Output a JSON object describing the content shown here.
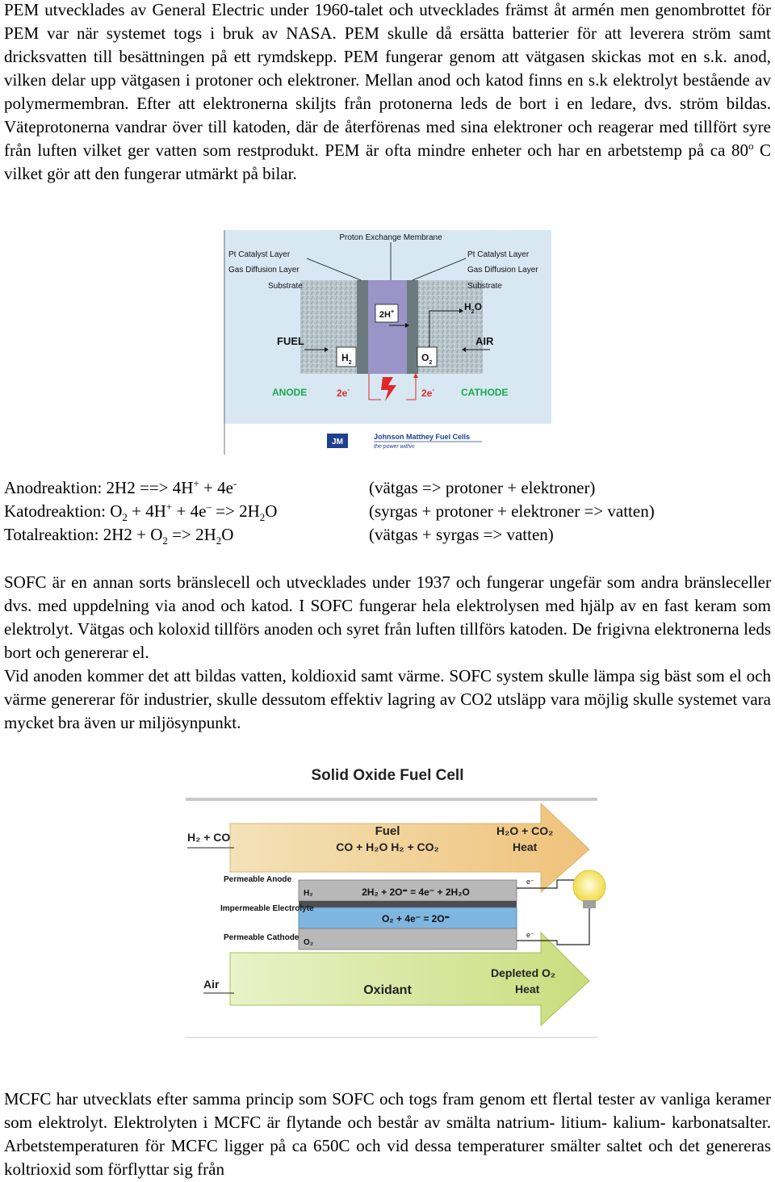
{
  "paragraphs": {
    "pem_intro": "PEM utvecklades av General Electric under 1960-talet och utvecklades främst åt armén men genombrottet för PEM var när systemet togs i bruk av NASA. PEM skulle då ersätta batterier för att leverera ström samt dricksvatten till besättningen på ett rymdskepp. PEM fungerar genom att vätgasen skickas mot en s.k. anod, vilken delar upp vätgasen i protoner och elektroner. Mellan anod och katod finns en s.k elektrolyt bestående av polymermembran. Efter att elektronerna skiljts från protonerna leds de bort i en ledare, dvs. ström bildas. Väteprotonerna vandrar över till katoden, där de återförenas med sina elektroner och reagerar med tillfört syre från luften vilket ger vatten som restprodukt. PEM är ofta mindre enheter och har en arbetstemp på ca 80",
    "pem_intro_sup": "o",
    "pem_intro_end": " C vilket gör att den fungerar utmärkt på bilar.",
    "sofc_1": "SOFC är en annan sorts bränslecell och utvecklades under 1937 och fungerar ungefär som andra bränsleceller dvs. med uppdelning via anod och katod. I SOFC fungerar hela elektrolysen med hjälp av en fast keram som elektrolyt. Vätgas och koloxid tillförs anoden och syret från luften tillförs katoden. De frigivna elektronerna leds bort och genererar el.",
    "sofc_2": "Vid anoden kommer det att bildas vatten, koldioxid samt värme. SOFC system skulle lämpa sig bäst som el och värme genererar för industrier, skulle dessutom effektiv lagring av CO2 utsläpp vara möjlig skulle systemet vara mycket bra även ur miljösynpunkt.",
    "mcfc": "MCFC har utvecklats efter samma princip som SOFC och togs fram genom ett flertal tester av vanliga keramer som elektrolyt. Elektrolyten i MCFC är flytande och består av smälta natrium- litium- kalium- karbonatsalter. Arbetstemperaturen för MCFC ligger på ca 650C och vid dessa temperaturer smälter saltet och det genereras koltrioxid som förflyttar sig från"
  },
  "reactions": {
    "anod_label": "Anodreaktion: 2H2 ==> 4H",
    "anod_sup1": "+",
    "anod_mid": " + 4e",
    "anod_sup2": "-",
    "anod_desc": "(vätgas => protoner + elektroner)",
    "katod_label": "Katodreaktion: O",
    "katod_sub1": "2",
    "katod_mid1": " + 4H",
    "katod_sup1": "+",
    "katod_mid2": " + 4e",
    "katod_sup2": "–",
    "katod_mid3": " => 2H",
    "katod_sub2": "2",
    "katod_end": "O",
    "katod_desc": "(syrgas + protoner + elektroner => vatten)",
    "total_label": "Totalreaktion: 2H2 + O",
    "total_sub1": "2",
    "total_mid": " => 2H",
    "total_sub2": "2",
    "total_end": "O",
    "total_desc": "(vätgas + syrgas => vatten)"
  },
  "pem_diagram": {
    "title": "Proton Exchange Membrane",
    "left_layer1": "Pt Catalyst Layer",
    "left_layer2": "Gas Diffusion Layer",
    "left_layer3": "Substrate",
    "right_layer1": "Pt Catalyst Layer",
    "right_layer2": "Gas Diffusion Layer",
    "right_layer3": "Substrate",
    "proton": "2H",
    "proton_sup": "+",
    "fuel": "FUEL",
    "air": "AIR",
    "h2": "H",
    "h2_sub": "2",
    "o2": "O",
    "o2_sub": "2",
    "h2o": "H",
    "h2o_sub": "2",
    "h2o_end": "O",
    "anode": "ANODE",
    "cathode": "CATHODE",
    "e_left": "2e",
    "e_right": "2e",
    "e_minus": "-",
    "logo_initials": "JM",
    "logo_name": "Johnson Matthey Fuel Cells",
    "logo_tagline": "the power within",
    "colors": {
      "anode": "#1aa84a",
      "cathode": "#1aa84a",
      "spark": "#e0282a",
      "membrane": "#9a94c8"
    }
  },
  "sofc_diagram": {
    "title": "Solid Oxide Fuel Cell",
    "input_top": "H₂ + CO",
    "fuel": "Fuel",
    "fuel_reactions": "CO + H₂O     H₂ + CO₂",
    "output_top": "H₂O + CO₂",
    "heat_top": "Heat",
    "anode_label": "Permeable Anode",
    "electrolyte_label": "Impermeable Electrolyte",
    "cathode_label": "Permeable Cathode",
    "anode_reaction": "2H₂ + 2O⁼  =  4e⁻ + 2H₂O",
    "cathode_reaction": "O₂ + 4e⁻ = 2O⁼",
    "h2_mol": "H₂",
    "o2_mol": "O₂",
    "e_mol": "e⁻",
    "air": "Air",
    "oxidant": "Oxidant",
    "depleted": "Depleted O₂",
    "heat_bottom": "Heat"
  }
}
